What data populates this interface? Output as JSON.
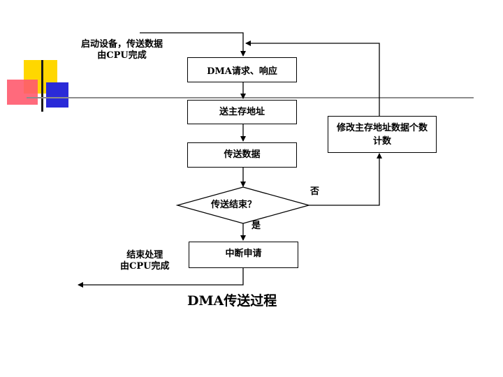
{
  "start_note": {
    "line1": "启动设备，传送数据",
    "line2": "由CPU完成"
  },
  "end_note": {
    "line1": "结束处理",
    "line2": "由CPU完成"
  },
  "steps": {
    "dma_request": "DMA请求、响应",
    "send_address": "送主存地址",
    "transfer_data": "传送数据",
    "transfer_done": "传送结束？",
    "modify_counters": {
      "line1": "修改主存地址数据个数",
      "line2": "计数"
    },
    "interrupt_request": "中断申请"
  },
  "branch_labels": {
    "no": "否",
    "yes": "是"
  },
  "caption": "DMA传送过程",
  "colors": {
    "deco_yellow": "#ffd700",
    "deco_red": "#ff5a6e",
    "deco_blue": "#2a2ad8",
    "deco_gray": "#8c8c8c"
  }
}
